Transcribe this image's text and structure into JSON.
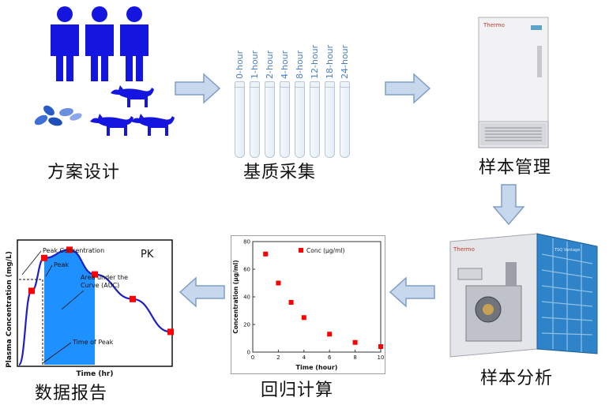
{
  "steps": {
    "design": "方案设计",
    "collection": "基质采集",
    "management": "样本管理",
    "analysis": "样本分析",
    "regression": "回归计算",
    "report": "数据报告"
  },
  "tubes": [
    "0-hour",
    "1-hour",
    "2-hour",
    "4-hour",
    "8-hour",
    "12-hour",
    "18-hour",
    "24-hour"
  ],
  "freezer_brand": "Thermo",
  "ms_brand": "Thermo",
  "ms_model": "TSQ Vantage",
  "colors": {
    "human": "#1515e0",
    "pill": "#3f6fd6",
    "arrow_fill": "#c7d7ec",
    "arrow_stroke": "#7f9dc6",
    "marker": "#ff0000",
    "curve": "#1e1ec8",
    "auc": "#1e90ff"
  },
  "chart_data": [
    {
      "type": "scatter",
      "legend": "Conc (µg/ml)",
      "xlabel": "Time (hour)",
      "ylabel": "Concentration (µg/ml)",
      "xlim": [
        0,
        10
      ],
      "ylim": [
        0,
        80
      ],
      "xticks": [
        "0",
        "2",
        "4",
        "6",
        "8",
        "10"
      ],
      "yticks": [
        "0",
        "20",
        "40",
        "60",
        "80"
      ],
      "x": [
        1,
        2,
        3,
        4,
        6,
        8,
        10
      ],
      "y": [
        71,
        50,
        36,
        25,
        13,
        7,
        4
      ]
    },
    {
      "type": "line",
      "title": "PK",
      "xlabel": "Time (hr)",
      "ylabel": "Plasma Concentration (mg/L)",
      "annotations": [
        "Peak Concentration",
        "Peak",
        "Area under the Curve (AUC)",
        "Time of Peak"
      ],
      "x": [
        0,
        0.5,
        1,
        2,
        3,
        4.5,
        6
      ],
      "y": [
        0,
        0.45,
        0.65,
        0.7,
        0.55,
        0.4,
        0.2
      ]
    }
  ]
}
